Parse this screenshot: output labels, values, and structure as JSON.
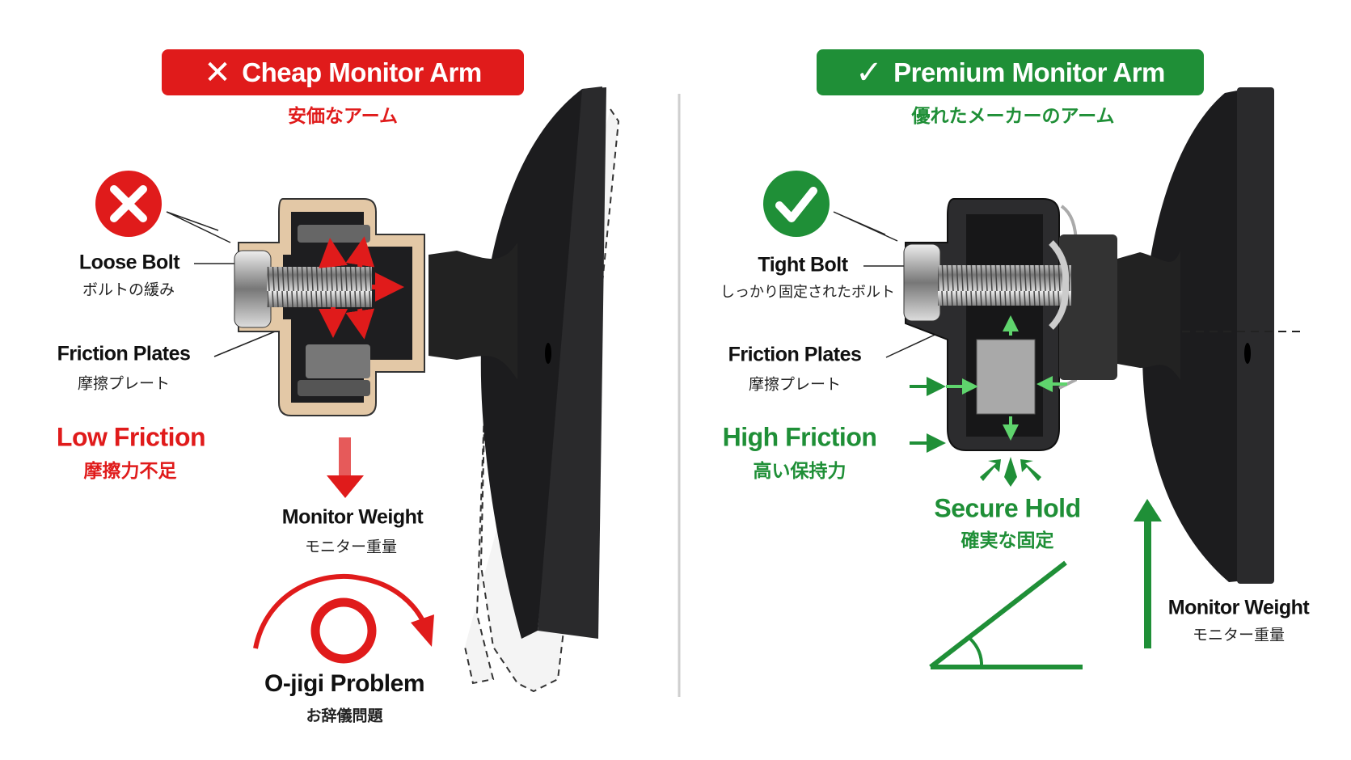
{
  "colors": {
    "bad": "#e01b1b",
    "good": "#1f8f37",
    "text": "#111111",
    "monitor": "#1c1c1e"
  },
  "left": {
    "banner": {
      "icon": "x-icon",
      "title": "Cheap Monitor Arm"
    },
    "subtitle": "安価なアーム",
    "status_icon": "x-circle-icon",
    "bolt_label": {
      "en": "Loose Bolt",
      "jp": "ボルトの緩み"
    },
    "plates_label": {
      "en": "Friction Plates",
      "jp": "摩擦プレート"
    },
    "friction": {
      "en": "Low Friction",
      "jp": "摩擦力不足"
    },
    "weight": {
      "en": "Monitor Weight",
      "jp": "モニター重量"
    },
    "problem": {
      "en": "O-jigi Problem",
      "jp": "お辞儀問題"
    }
  },
  "right": {
    "banner": {
      "icon": "check-icon",
      "title": "Premium Monitor Arm"
    },
    "subtitle": "優れたメーカーのアーム",
    "status_icon": "check-circle-icon",
    "bolt_label": {
      "en": "Tight Bolt",
      "jp": "しっかり固定されたボルト"
    },
    "plates_label": {
      "en": "Friction Plates",
      "jp": "摩擦プレート"
    },
    "friction": {
      "en": "High Friction",
      "jp": "高い保持力"
    },
    "hold": {
      "en": "Secure Hold",
      "jp": "確実な固定"
    },
    "weight": {
      "en": "Monitor Weight",
      "jp": "モニター重量"
    }
  }
}
